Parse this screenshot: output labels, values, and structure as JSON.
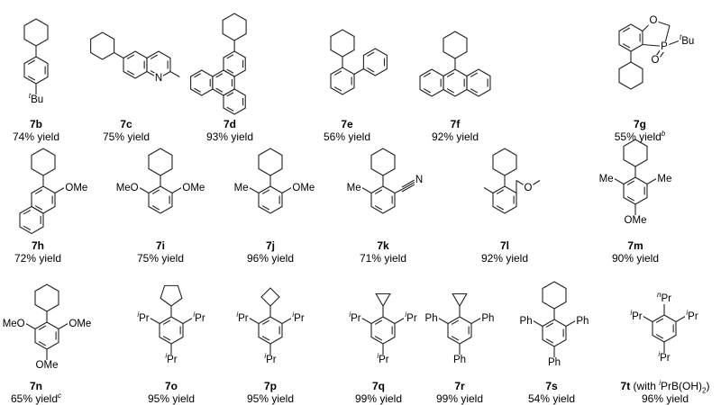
{
  "figure": {
    "compounds": [
      {
        "label": "7b",
        "yield": "74% yield",
        "subs": [
          {
            "sup": "t",
            "text": "Bu"
          }
        ]
      },
      {
        "label": "7c",
        "yield": "75% yield",
        "atoms": [
          "N"
        ]
      },
      {
        "label": "7d",
        "yield": "93% yield"
      },
      {
        "label": "7e",
        "yield": "56% yield"
      },
      {
        "label": "7f",
        "yield": "92% yield"
      },
      {
        "label": "7g",
        "yield": "55% yield",
        "yield_note": "b",
        "atoms": [
          "O",
          "P",
          "O"
        ],
        "subs": [
          {
            "sup": "t",
            "text": "Bu"
          }
        ]
      },
      {
        "label": "7h",
        "yield": "72% yield",
        "subs": [
          {
            "text": "OMe"
          }
        ]
      },
      {
        "label": "7i",
        "yield": "75% yield",
        "subs": [
          {
            "text": "MeO"
          },
          {
            "text": "OMe"
          }
        ]
      },
      {
        "label": "7j",
        "yield": "96% yield",
        "subs": [
          {
            "text": "Me"
          },
          {
            "text": "OMe"
          }
        ]
      },
      {
        "label": "7k",
        "yield": "71% yield",
        "subs": [
          {
            "text": "Me"
          }
        ],
        "atoms": [
          "N"
        ]
      },
      {
        "label": "7l",
        "yield": "92% yield",
        "atoms": [
          "O"
        ]
      },
      {
        "label": "7m",
        "yield": "90% yield",
        "subs": [
          {
            "text": "Me"
          },
          {
            "text": "Me"
          },
          {
            "text": "OMe"
          }
        ]
      },
      {
        "label": "7n",
        "yield": "65% yield",
        "yield_note": "c",
        "subs": [
          {
            "text": "MeO"
          },
          {
            "text": "OMe"
          },
          {
            "text": "OMe"
          }
        ]
      },
      {
        "label": "7o",
        "yield": "95% yield",
        "subs": [
          {
            "sup": "i",
            "text": "Pr"
          },
          {
            "sup": "i",
            "text": "Pr"
          },
          {
            "sup": "i",
            "text": "Pr"
          }
        ]
      },
      {
        "label": "7p",
        "yield": "95% yield",
        "subs": [
          {
            "sup": "i",
            "text": "Pr"
          },
          {
            "sup": "i",
            "text": "Pr"
          },
          {
            "sup": "i",
            "text": "Pr"
          }
        ]
      },
      {
        "label": "7q",
        "yield": "99% yield",
        "subs": [
          {
            "sup": "i",
            "text": "Pr"
          },
          {
            "sup": "i",
            "text": "Pr"
          },
          {
            "sup": "i",
            "text": "Pr"
          }
        ]
      },
      {
        "label": "7r",
        "yield": "99% yield",
        "subs": [
          {
            "text": "Ph"
          },
          {
            "text": "Ph"
          },
          {
            "text": "Ph"
          }
        ]
      },
      {
        "label": "7s",
        "yield": "54% yield",
        "subs": [
          {
            "text": "Ph"
          },
          {
            "text": "Ph"
          },
          {
            "text": "Ph"
          }
        ]
      },
      {
        "label": "7t",
        "yield": "96% yield",
        "subs": [
          {
            "sup": "n",
            "text": "Pr"
          },
          {
            "sup": "i",
            "text": "Pr"
          },
          {
            "sup": "i",
            "text": "Pr"
          },
          {
            "sup": "i",
            "text": "Pr"
          }
        ],
        "label_suffix": {
          "pre": " (with ",
          "sup": "i",
          "main": "PrB(OH)",
          "sub": "2",
          "post": ")"
        }
      }
    ]
  }
}
